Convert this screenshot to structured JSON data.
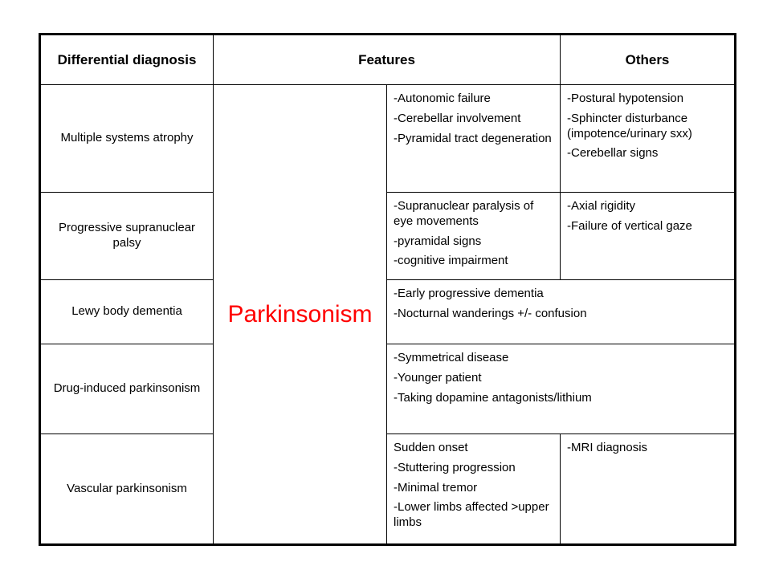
{
  "headers": {
    "diagnosis": "Differential diagnosis",
    "features": "Features",
    "others": "Others"
  },
  "center_label": "Parkinsonism",
  "rows": [
    {
      "diagnosis": "Multiple systems atrophy",
      "features": [
        "-Autonomic failure",
        "-Cerebellar involvement",
        "-Pyramidal tract degeneration"
      ],
      "others": [
        "-Postural hypotension",
        "-Sphincter disturbance (impotence/urinary sxx)",
        "-Cerebellar signs"
      ]
    },
    {
      "diagnosis": "Progressive supranuclear palsy",
      "features": [
        "-Supranuclear paralysis of eye movements",
        "-pyramidal signs",
        "-cognitive impairment"
      ],
      "others": [
        "-Axial rigidity",
        "-Failure of vertical gaze"
      ]
    },
    {
      "diagnosis": "Lewy body dementia",
      "features": [
        "-Early progressive dementia",
        "-Nocturnal wanderings +/- confusion"
      ]
    },
    {
      "diagnosis": "Drug-induced parkinsonism",
      "features": [
        "-Symmetrical disease",
        "-Younger patient",
        "-Taking dopamine antagonists/lithium"
      ]
    },
    {
      "diagnosis": "Vascular parkinsonism",
      "features": [
        "Sudden onset",
        "-Stuttering progression",
        "-Minimal tremor",
        "-Lower limbs affected >upper limbs"
      ],
      "others": [
        "-MRI diagnosis"
      ]
    }
  ],
  "colors": {
    "center_label": "#ff0000",
    "border": "#000000"
  }
}
